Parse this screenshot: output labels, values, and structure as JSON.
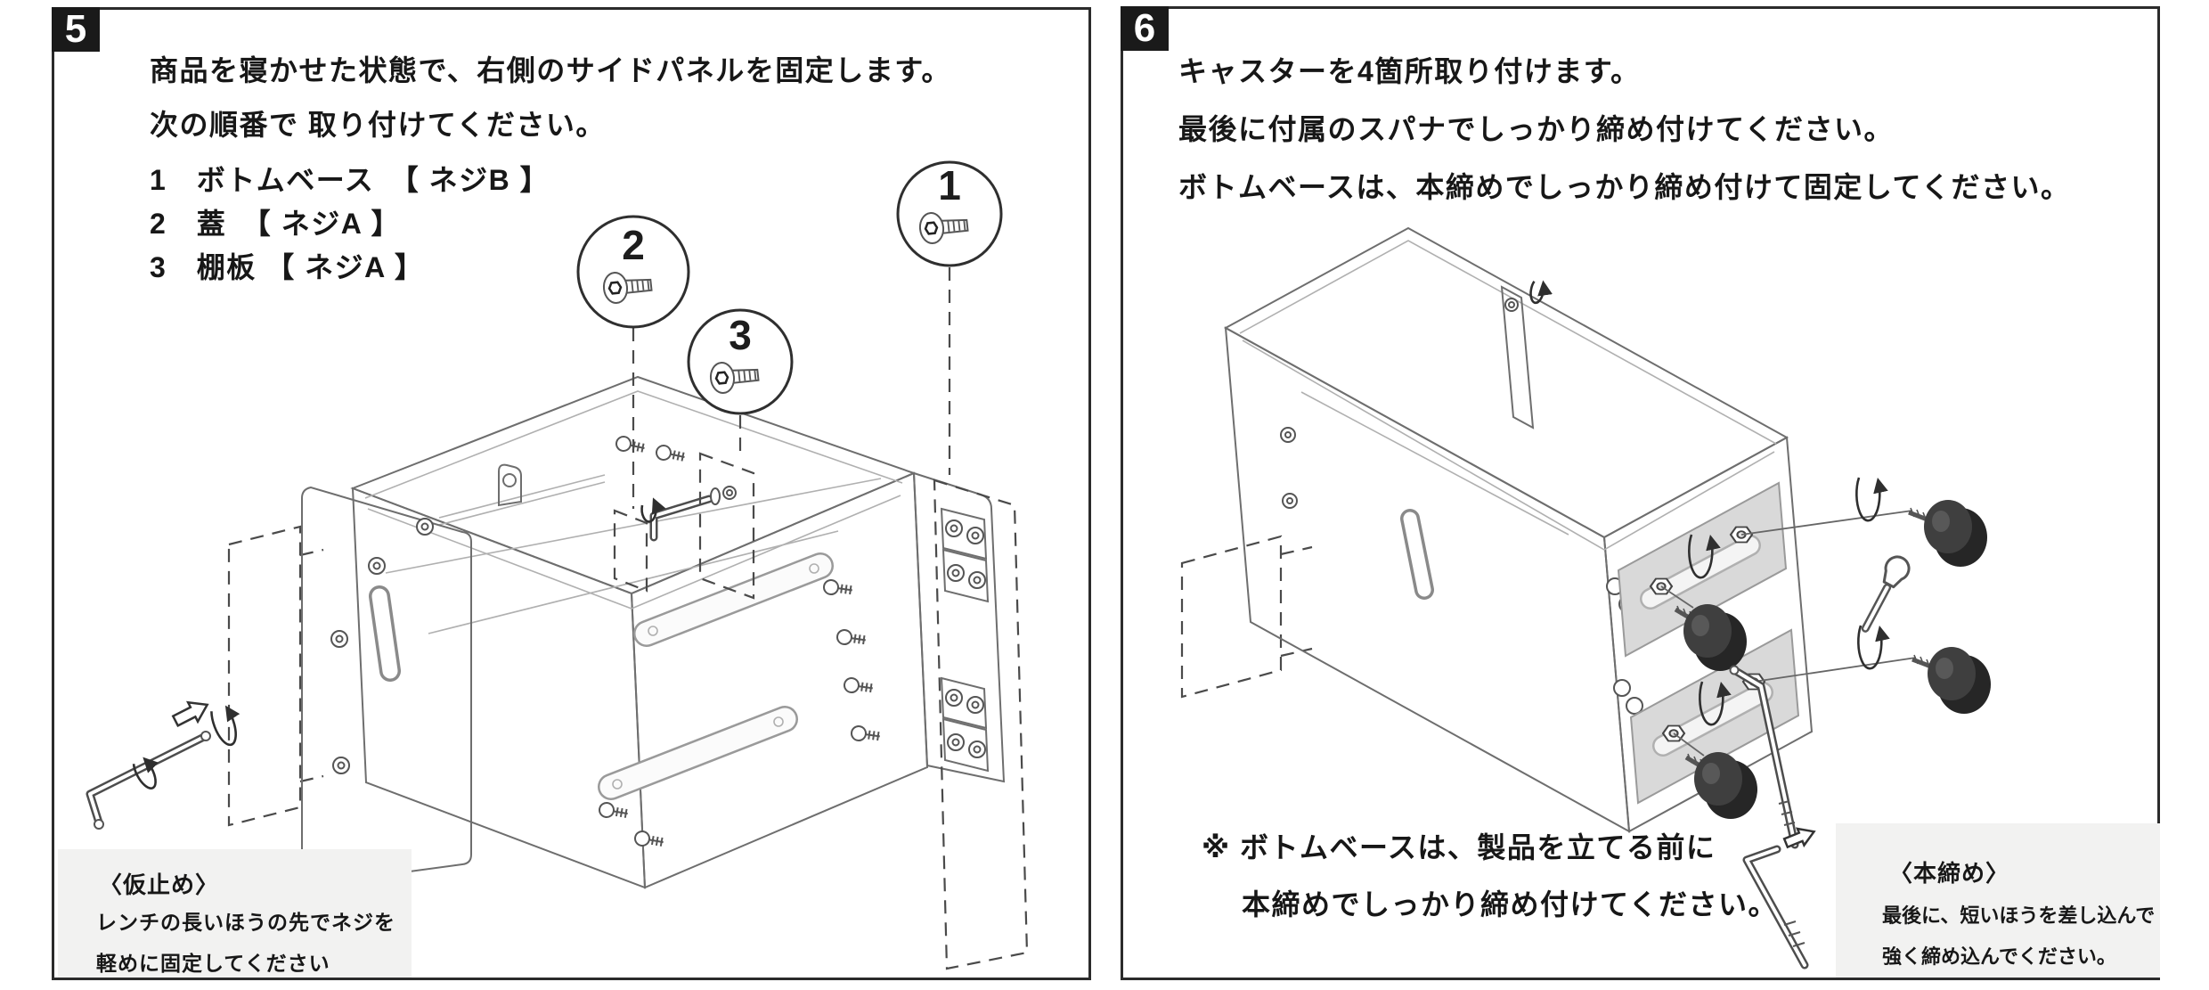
{
  "doc": {
    "background": "#ffffff",
    "panel_border": "#2b2b2b",
    "badge_bg": "#1a1a1a",
    "badge_fg": "#ffffff",
    "note_bg": "#f2f2f1",
    "caster_color": "#2d2d2d",
    "rail_color": "#d9d9d9"
  },
  "panel5": {
    "badge": "5",
    "instructions": [
      "商品を寝かせた状態で、右側のサイドパネルを固定します。",
      "次の順番で 取り付けてください。"
    ],
    "steps": [
      "1　ボトムベース　【 ネジB 】",
      "2　蓋　【 ネジA 】",
      "3　棚板 【 ネジA 】"
    ],
    "callouts": [
      "1",
      "2",
      "3"
    ],
    "note": {
      "title": "〈仮止め〉",
      "lines": [
        "レンチの長いほうの先でネジを",
        "軽めに固定してください"
      ]
    }
  },
  "panel6": {
    "badge": "6",
    "instructions": [
      "キャスターを4箇所取り付けます。",
      "最後に付属のスパナでしっかり締め付けてください。",
      "ボトムベースは、本締めでしっかり締め付けて固定してください。"
    ],
    "warning": [
      "※ ボトムベースは、製品を立てる前に",
      "本締めでしっかり締め付けてください。"
    ],
    "note": {
      "title": "〈本締め〉",
      "lines": [
        "最後に、短いほうを差し込んで",
        "強く締め込んでください。"
      ]
    }
  }
}
